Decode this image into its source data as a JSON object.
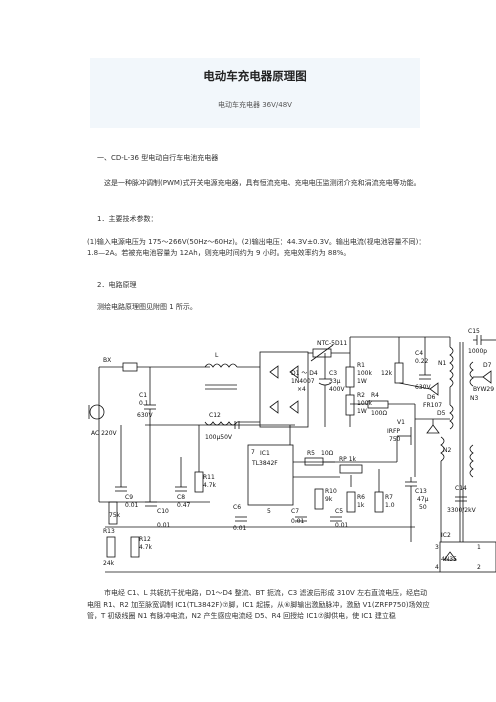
{
  "header": {
    "title": "电动车充电器原理图",
    "subtitle": "电动车充电器 36V/48V"
  },
  "body": {
    "section1": "一、CD-L-36 型电动自行车电池充电器",
    "intro": "这是一种脉冲调制(PWM)式开关电源充电器，具有恒流充电、充电电压监测闭介充和涓流充电等功能。",
    "params_heading": "1．主要技术参数：",
    "params_text": "(1)输入电源电压为 175～266V(50Hz～60Hz)。(2)输出电压：44.3V±0.3V。输出电流(视电池容量不同)：1.8—2A。若被充电池容量为 12Ah，则充电时间约为 9 小时。充电效率约为 88%。",
    "principle_heading": "2．电路原理",
    "principle_intro": "测绘电路原理图见附图 1 所示。",
    "bottom_text": "市电经 C1、L 共轭抗干扰电路，D1～D4 整流、BT 扼流，C3 滤波后形成 310V 左右直流电压，经启动电阻 R1、R2 加至脉宽调制 IC1(TL3842F)⑦脚，IC1 起振，从⑥脚输出激励脉冲，激励 V1(ZRFP750)场效应管，T 初级线圈 N1 有脉冲电流，N2 产生感应电流经 D5、R4 回授给 IC1⑦脚供电，使 IC1 建立稳"
  },
  "schematic": {
    "labels": {
      "bx": "BX",
      "l": "L",
      "c1": "C1",
      "c1_val": "0.1",
      "c1_v": "630V",
      "ac": "AC  220V",
      "ntc": "NTC-5D11",
      "d1d4": "D1 ～ D4",
      "d_part": "1N4007",
      "x4": "×4",
      "c3": "C3",
      "c3_val": "33μ",
      "c3_v": "400V",
      "r1": "R1",
      "r1_val": "100k",
      "r1_w": "1W",
      "r2": "R2",
      "r2_val": "100k",
      "r2_w": "1W",
      "r4": "R4",
      "r4_val": "100Ω",
      "c4": "C4",
      "c4_val": "0.22",
      "c4_v": "630V",
      "r12k": "12k",
      "d6": "D6",
      "d6_part": "FR107",
      "n1": "N1",
      "n3": "N3",
      "c15": "C15",
      "c15_val": "1000p",
      "d7": "D7",
      "d7_part": "BYW29",
      "c12": "C12",
      "c12_val": "100μ50V",
      "r5": "R5",
      "r5_val": "10Ω",
      "v1": "V1",
      "v1_part": "IRFP",
      "v1_num": "750",
      "d5": "D5",
      "n2": "N2",
      "rp": "RP  1k",
      "ic1": "IC1",
      "ic1_part": "TL3842F",
      "r11": "R11",
      "r11_val": "4.7k",
      "c8": "C8",
      "c8_val": "0.47",
      "c9": "C9",
      "c9_val": "0.01",
      "r75k": "75k",
      "c10": "C10",
      "c10_val": "0.01",
      "c6": "C6",
      "c6_val": "0.01",
      "c5": "C5",
      "c5_val": "0.01",
      "r10": "R10",
      "r10_val": "9k",
      "c7": "C7",
      "c7_val": "0.01",
      "r6": "R6",
      "r6_val": "1k",
      "r7": "R7",
      "r7_val": "1.0",
      "c13": "C13",
      "c13_val": "47μ",
      "c13_v": "50",
      "c14": "C14",
      "c14_val": "3300/2kV",
      "r13": "R13",
      "r13_val": "24k",
      "r12": "R12",
      "r12_val": "4.7k",
      "ic2": "IC2",
      "ic2_part": "4N35",
      "pin1": "1",
      "pin2": "2",
      "pin3": "3",
      "pin4": "4",
      "pin5": "5",
      "pin7": "7"
    }
  }
}
